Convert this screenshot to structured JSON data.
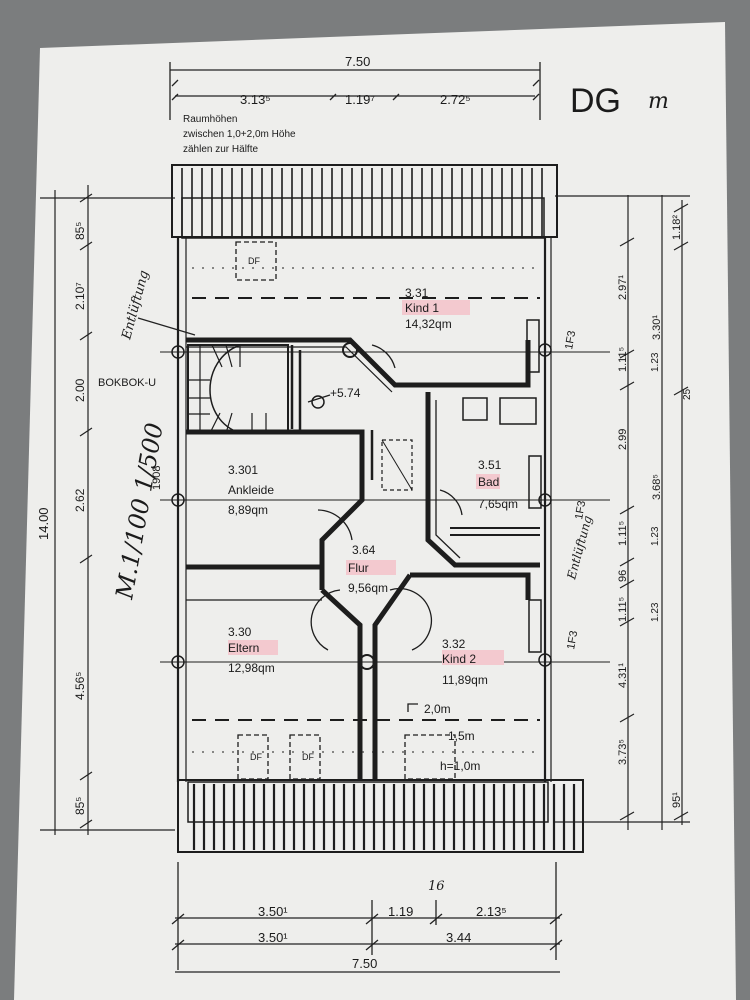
{
  "floor_label": "DG",
  "floor_note": "m",
  "notes": {
    "line1": "Raumhöhen",
    "line2": "zwischen 1,0+2,0m Höhe",
    "line3": "zählen zur Hälfte"
  },
  "scale_text": "M.1/100 1/500",
  "dims_top": {
    "total": "7.50",
    "d1": "3.13⁵",
    "d2": "1.19⁷",
    "d3": "2.72⁵"
  },
  "dims_bottom": {
    "row1": {
      "d1": "3.50¹",
      "d2": "1.19",
      "d3": "2.13⁵",
      "note": "16"
    },
    "row2": {
      "d1": "3.50¹",
      "d2": "3.44"
    },
    "total": "7.50"
  },
  "dims_left": {
    "total": "14.00",
    "d1": "85⁵",
    "d2": "2.10⁷",
    "d3": "2.00",
    "d4": "2.62",
    "d5": "4.56⁵",
    "d6": "85⁵"
  },
  "dims_right_inner": {
    "d1": "2.97¹",
    "d2": "1.11⁵",
    "d3": "2.99",
    "d4": "1.11⁵",
    "d5": "96",
    "d6": "1.11⁵",
    "d7": "4.31¹",
    "d8": "3.73⁵"
  },
  "dims_right_mid": {
    "d1": "1.23",
    "d2": "1.23",
    "d3": "1.23"
  },
  "dims_right_outer": {
    "d1": "1.18²",
    "d2": "3.30¹",
    "d3": "3.68⁵",
    "d4": "95¹",
    "d5": "25"
  },
  "side_notes": {
    "bokbok": "BOKBOK-U",
    "h1908": "1908",
    "entl1": "Entlüftung",
    "entl2": "Entlüftung",
    "f3a": "1F3",
    "f3b": "1F3",
    "f3c": "1F3"
  },
  "rooms": [
    {
      "id": "3.31",
      "name": "Kind 1",
      "area": "14,32qm"
    },
    {
      "id": "3.301",
      "name": "Ankleide",
      "area": "8,89qm"
    },
    {
      "id": "3.51",
      "name": "Bad",
      "area": "7,65qm"
    },
    {
      "id": "3.64",
      "name": "Flur",
      "area": "9,56qm"
    },
    {
      "id": "3.30",
      "name": "Eltern",
      "area": "12,98qm"
    },
    {
      "id": "3.32",
      "name": "Kind 2",
      "area": "11,89qm"
    }
  ],
  "level_mark": "+5.74",
  "dachfenster": {
    "a": "DF",
    "b": "DF",
    "c": "DF"
  },
  "slope_notes": {
    "a": "2,0m",
    "b": "1,5m",
    "c": "h=1,0m"
  }
}
